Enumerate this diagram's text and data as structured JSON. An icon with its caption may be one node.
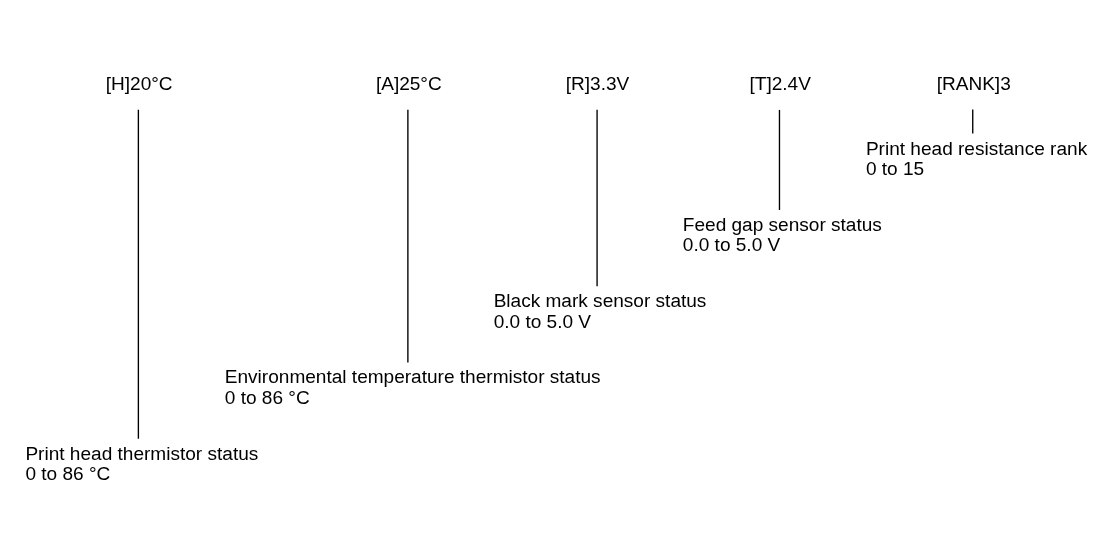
{
  "diagram": {
    "nodes": [
      {
        "text": [
          "[H]20°C"
        ]
      },
      {
        "text": [
          "[A]25°C"
        ]
      },
      {
        "text": [
          "[R]3.3V"
        ]
      },
      {
        "text": [
          "[T]2.4V"
        ]
      },
      {
        "text": [
          "[RANK]3"
        ]
      },
      {
        "text": [
          "Print head resistance rank",
          "0 to 15"
        ]
      },
      {
        "text": [
          "Feed gap sensor status",
          "0.0 to 5.0 V"
        ]
      },
      {
        "text": [
          "Black mark sensor status",
          "0.0 to 5.0 V"
        ]
      },
      {
        "text": [
          "Environmental temperature thermistor status",
          "0 to 86 °C"
        ]
      },
      {
        "text": [
          "Print head thermistor status",
          "0 to 86 °C"
        ]
      }
    ],
    "edges": [
      {
        "from": 4,
        "to": 5,
        "arrow": "none"
      },
      {
        "from": 3,
        "to": 6,
        "arrow": "none"
      },
      {
        "from": 2,
        "to": 7,
        "arrow": "none"
      },
      {
        "from": 1,
        "to": 8,
        "arrow": "none"
      },
      {
        "from": 0,
        "to": 9,
        "arrow": "none"
      }
    ]
  }
}
